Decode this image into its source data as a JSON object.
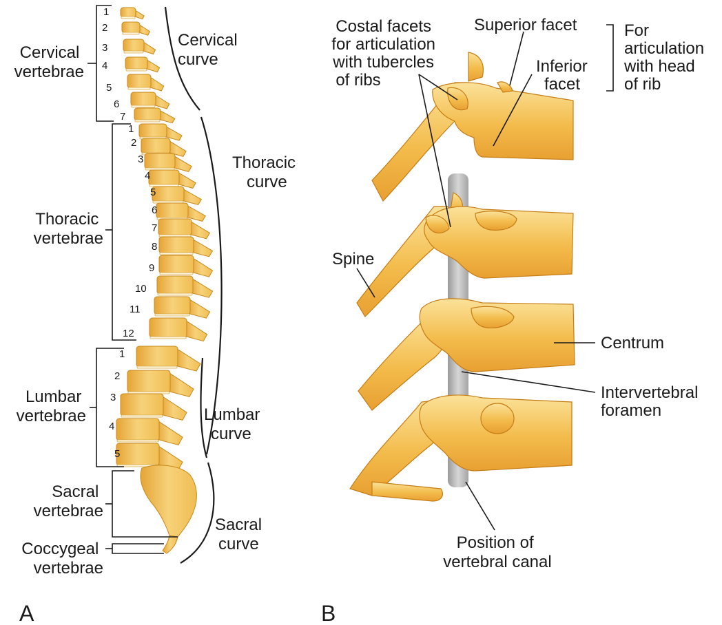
{
  "panel_a": {
    "letter": "A",
    "regions": [
      {
        "id": "cervical",
        "line1": "Cervical",
        "line2": "vertebrae"
      },
      {
        "id": "thoracic",
        "line1": "Thoracic",
        "line2": "vertebrae"
      },
      {
        "id": "lumbar",
        "line1": "Lumbar",
        "line2": "vertebrae"
      },
      {
        "id": "sacral",
        "line1": "Sacral",
        "line2": "vertebrae"
      },
      {
        "id": "coccygeal",
        "line1": "Coccygeal",
        "line2": "vertebrae"
      }
    ],
    "curves": [
      {
        "id": "cervical",
        "line1": "Cervical",
        "line2": "curve"
      },
      {
        "id": "thoracic",
        "line1": "Thoracic",
        "line2": "curve"
      },
      {
        "id": "lumbar",
        "line1": "Lumbar",
        "line2": "curve"
      },
      {
        "id": "sacral",
        "line1": "Sacral",
        "line2": "curve"
      }
    ],
    "cervical_numbers": [
      "1",
      "2",
      "3",
      "4",
      "5",
      "6",
      "7"
    ],
    "thoracic_numbers": [
      "1",
      "2",
      "3",
      "4",
      "5",
      "6",
      "7",
      "8",
      "9",
      "10",
      "11",
      "12"
    ],
    "lumbar_numbers": [
      "1",
      "2",
      "3",
      "4",
      "5"
    ]
  },
  "panel_b": {
    "letter": "B",
    "costal": [
      "Costal facets",
      "for articulation",
      "with tubercles",
      "of ribs"
    ],
    "superior_facet": "Superior facet",
    "inferior": [
      "Inferior",
      "facet"
    ],
    "for_articulation": [
      "For",
      "articulation",
      "with head",
      "of rib"
    ],
    "spine": "Spine",
    "centrum": "Centrum",
    "intervertebral": [
      "Intervertebral",
      "foramen"
    ],
    "canal": [
      "Position of",
      "vertebral canal"
    ]
  },
  "colors": {
    "bone": "#f2bd4a",
    "bone_light": "#fbe3a0",
    "canal": "#b8b8b8"
  }
}
